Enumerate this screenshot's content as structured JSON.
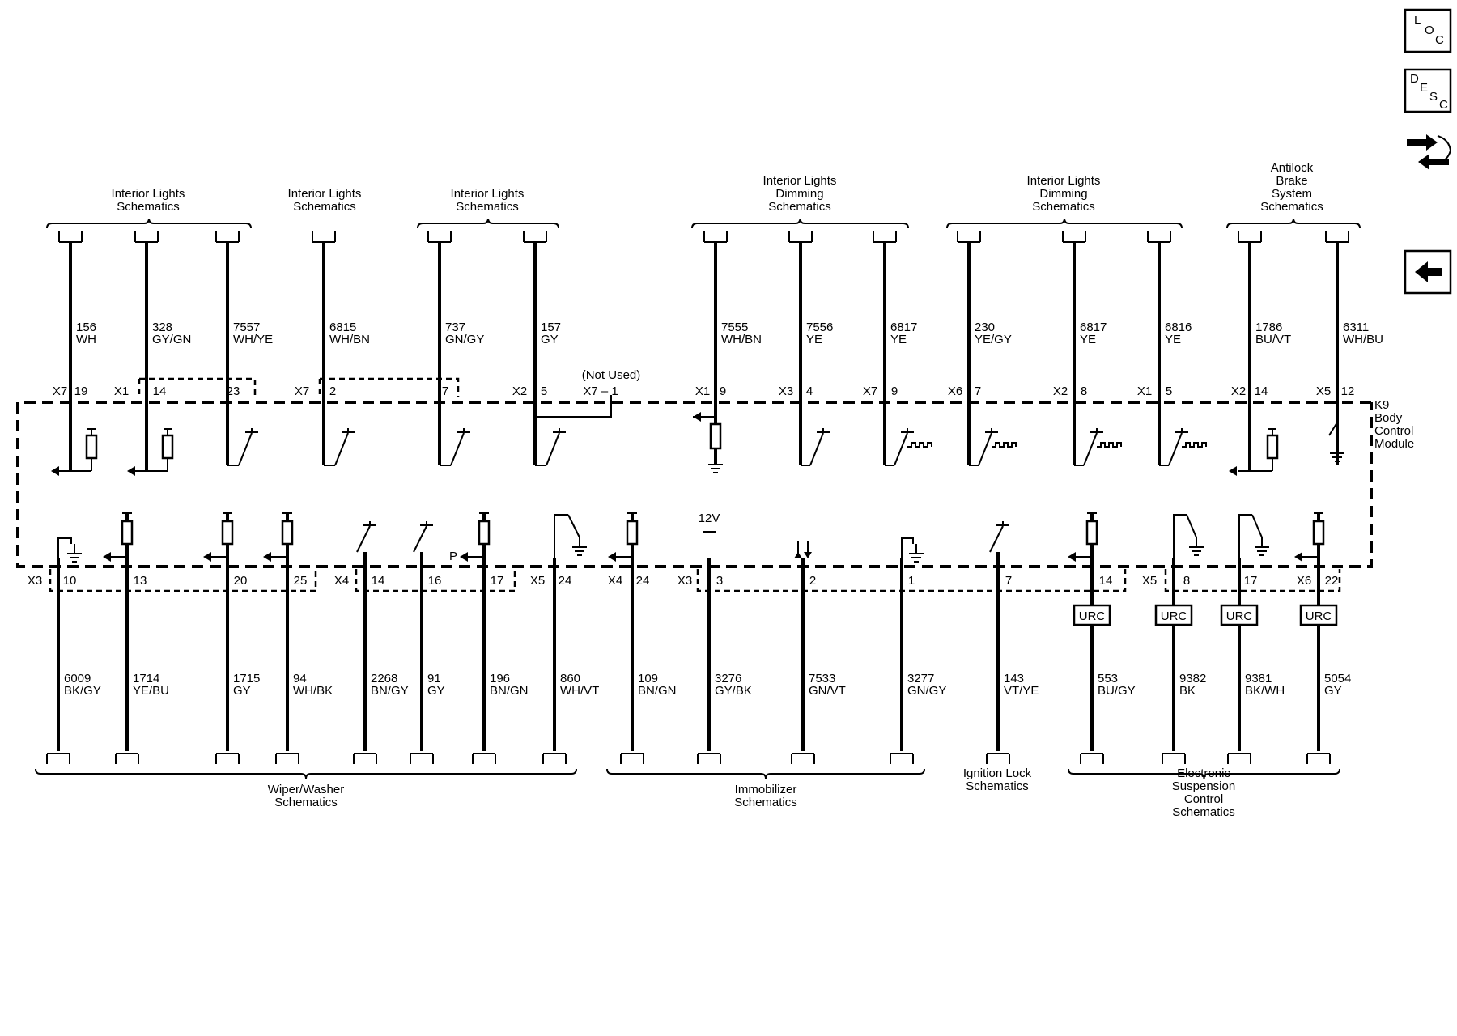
{
  "nav": {
    "loc_icon": "loc-icon",
    "desc_icon": "desc-icon",
    "connector_icon": "connector-end-view-icon",
    "back_icon": "back-arrow-icon",
    "loc_text": [
      "L",
      "O",
      "C"
    ],
    "desc_text": [
      "D",
      "E",
      "S",
      "C"
    ]
  },
  "module": {
    "name_lines": [
      "K9",
      "Body",
      "Control",
      "Module"
    ]
  },
  "top_groups": [
    {
      "lines": [
        "Interior Lights",
        "Schematics"
      ]
    },
    {
      "lines": [
        "Interior Lights",
        "Schematics"
      ]
    },
    {
      "lines": [
        "Interior Lights",
        "Schematics"
      ]
    },
    {
      "lines": [
        "Interior Lights",
        "Dimming",
        "Schematics"
      ]
    },
    {
      "lines": [
        "Interior Lights",
        "Dimming",
        "Schematics"
      ]
    },
    {
      "lines": [
        "Antilock",
        "Brake",
        "System",
        "Schematics"
      ]
    }
  ],
  "top_circuits": [
    {
      "connector": "X7",
      "pin": "19",
      "circuit": "156",
      "color": "WH"
    },
    {
      "connector": "X1",
      "pin": "14",
      "circuit": "328",
      "color": "GY/GN"
    },
    {
      "connector": "",
      "pin": "23",
      "circuit": "7557",
      "color": "WH/YE"
    },
    {
      "connector": "X7",
      "pin": "2",
      "circuit": "6815",
      "color": "WH/BN"
    },
    {
      "connector": "",
      "pin": "7",
      "circuit": "737",
      "color": "GN/GY"
    },
    {
      "connector": "X2",
      "pin": "5",
      "circuit": "157",
      "color": "GY"
    },
    {
      "connector": "X1",
      "pin": "9",
      "circuit": "7555",
      "color": "WH/BN"
    },
    {
      "connector": "X3",
      "pin": "4",
      "circuit": "7556",
      "color": "YE"
    },
    {
      "connector": "X7",
      "pin": "9",
      "circuit": "6817",
      "color": "YE"
    },
    {
      "connector": "X6",
      "pin": "7",
      "circuit": "230",
      "color": "YE/GY"
    },
    {
      "connector": "X2",
      "pin": "8",
      "circuit": "6817",
      "color": "YE"
    },
    {
      "connector": "X1",
      "pin": "5",
      "circuit": "6816",
      "color": "YE"
    },
    {
      "connector": "X2",
      "pin": "14",
      "circuit": "1786",
      "color": "BU/VT"
    },
    {
      "connector": "X5",
      "pin": "12",
      "circuit": "6311",
      "color": "WH/BU"
    }
  ],
  "not_used": {
    "label": "(Not Used)",
    "connector": "X7 – 1"
  },
  "bottom_circuits": [
    {
      "connector": "X3",
      "pin": "10",
      "circuit": "6009",
      "color": "BK/GY"
    },
    {
      "connector": "",
      "pin": "13",
      "circuit": "1714",
      "color": "YE/BU"
    },
    {
      "connector": "",
      "pin": "20",
      "circuit": "1715",
      "color": "GY"
    },
    {
      "connector": "",
      "pin": "25",
      "circuit": "94",
      "color": "WH/BK"
    },
    {
      "connector": "X4",
      "pin": "14",
      "circuit": "2268",
      "color": "BN/GY"
    },
    {
      "connector": "",
      "pin": "16",
      "circuit": "91",
      "color": "GY"
    },
    {
      "connector": "",
      "pin": "17",
      "circuit": "196",
      "color": "BN/GN"
    },
    {
      "connector": "X5",
      "pin": "24",
      "circuit": "860",
      "color": "WH/VT"
    },
    {
      "connector": "X4",
      "pin": "24",
      "circuit": "109",
      "color": "BN/GN"
    },
    {
      "connector": "X3",
      "pin": "3",
      "circuit": "3276",
      "color": "GY/BK"
    },
    {
      "connector": "",
      "pin": "2",
      "circuit": "7533",
      "color": "GN/VT"
    },
    {
      "connector": "",
      "pin": "1",
      "circuit": "3277",
      "color": "GN/GY"
    },
    {
      "connector": "",
      "pin": "7",
      "circuit": "143",
      "color": "VT/YE"
    },
    {
      "connector": "",
      "pin": "14",
      "circuit": "553",
      "color": "BU/GY"
    },
    {
      "connector": "X5",
      "pin": "8",
      "circuit": "9382",
      "color": "BK"
    },
    {
      "connector": "",
      "pin": "17",
      "circuit": "9381",
      "color": "BK/WH"
    },
    {
      "connector": "X6",
      "pin": "22",
      "circuit": "5054",
      "color": "GY"
    }
  ],
  "bottom_groups": [
    {
      "lines": [
        "Wiper/Washer",
        "Schematics"
      ]
    },
    {
      "lines": [
        "Immobilizer",
        "Schematics"
      ]
    },
    {
      "lines": [
        "Ignition Lock",
        "Schematics"
      ]
    },
    {
      "lines": [
        "Electronic",
        "Suspension",
        "Control",
        "Schematics"
      ]
    }
  ],
  "internal": {
    "voltage": "12V",
    "p_label": "P",
    "urc_label": "URC"
  }
}
